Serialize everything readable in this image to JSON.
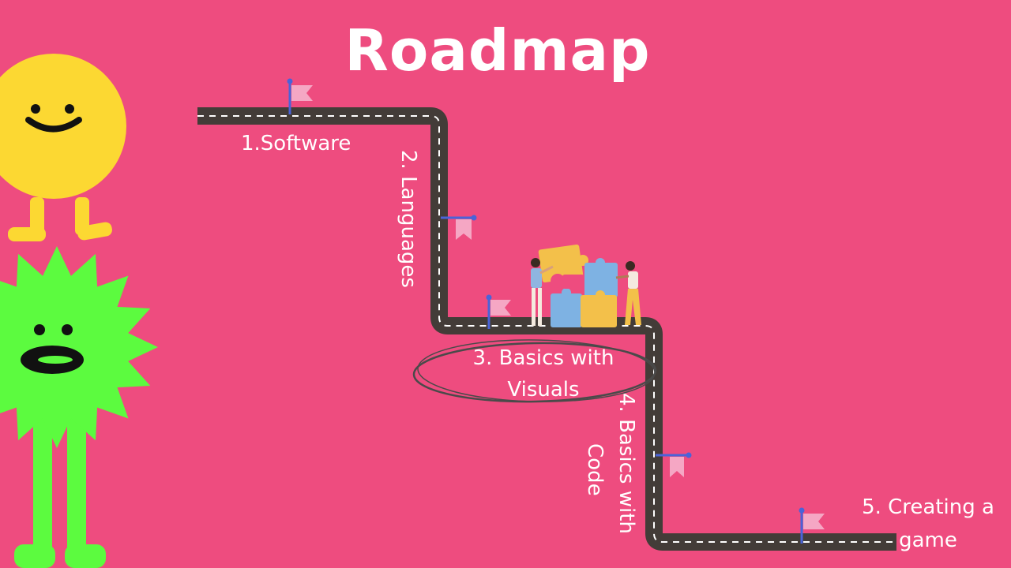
{
  "title": "Roadmap",
  "steps": [
    {
      "label": "1.Software"
    },
    {
      "label": "2. Languages"
    },
    {
      "label": "3. Basics with Visuals"
    },
    {
      "label": "4. Basics with",
      "label_line2": "Code"
    },
    {
      "label": "5. Creating a game"
    }
  ],
  "colors": {
    "background": "#ee4c7f",
    "road": "#433c38",
    "road_dash": "#ffffff",
    "flag_pole": "#4a63d8",
    "flag": "#f5a7c4",
    "sun_character": "#fcd832",
    "burst_character": "#5cfb3f",
    "puzzle_yellow": "#f3c04a",
    "puzzle_blue": "#7eb2e3",
    "puzzle_pink": "#ee4c7f"
  },
  "icons": [
    "smiley-sun-character",
    "green-burst-character",
    "puzzle-team-illustration",
    "flag-icon"
  ]
}
